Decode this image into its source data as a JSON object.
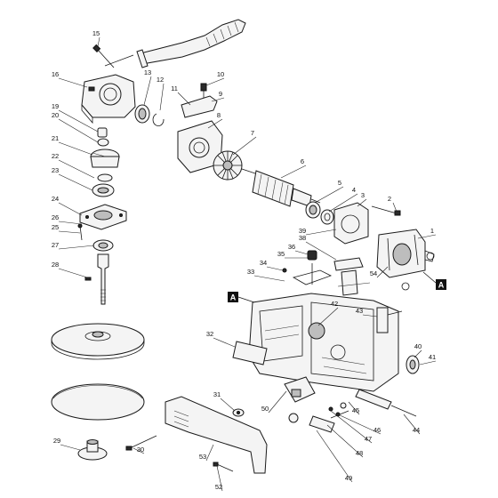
{
  "part_numbers": [
    "1",
    "2",
    "3",
    "4",
    "5",
    "6",
    "7",
    "8",
    "9",
    "10",
    "11",
    "12",
    "13",
    "15",
    "16",
    "19",
    "20",
    "21",
    "22",
    "23",
    "24",
    "25",
    "26",
    "27",
    "28",
    "29",
    "30",
    "31",
    "32",
    "33",
    "34",
    "35",
    "36",
    "38",
    "39",
    "40",
    "41",
    "42",
    "43",
    "44",
    "45",
    "46",
    "47",
    "48",
    "49",
    "50",
    "52",
    "53",
    "54"
  ],
  "ref_marker": "A",
  "colors": {
    "line": "#1a1a1a",
    "marker": "#111111"
  }
}
